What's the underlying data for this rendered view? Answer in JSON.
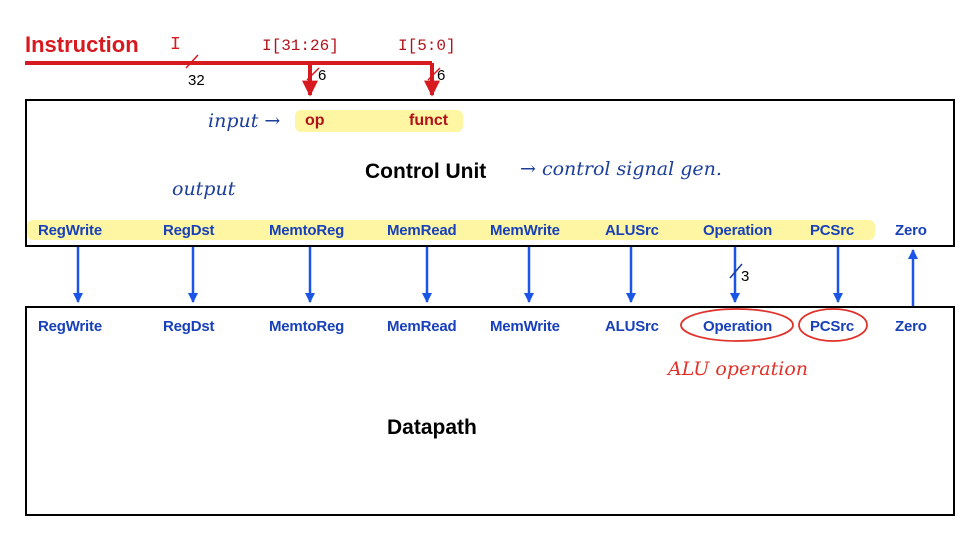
{
  "instruction": {
    "label": "Instruction",
    "var": "I",
    "bus_width": "32",
    "fields": [
      {
        "range": "I[31:26]",
        "width": "6",
        "target": "op"
      },
      {
        "range": "I[5:0]",
        "width": "6",
        "target": "funct"
      }
    ]
  },
  "control_unit": {
    "title": "Control Unit",
    "outputs": [
      "RegWrite",
      "RegDst",
      "MemtoReg",
      "MemRead",
      "MemWrite",
      "ALUSrc",
      "Operation",
      "PCSrc"
    ],
    "input_from_datapath": "Zero",
    "operation_width": "3"
  },
  "datapath": {
    "title": "Datapath",
    "signals": [
      "RegWrite",
      "RegDst",
      "MemtoReg",
      "MemRead",
      "MemWrite",
      "ALUSrc",
      "Operation",
      "PCSrc",
      "Zero"
    ]
  },
  "annotations": {
    "input_note": "input →",
    "output_note": "output",
    "control_note": "→ control signal gen.",
    "alu_note": "ALU operation"
  },
  "colors": {
    "red": "#d71920",
    "blue": "#1740ba",
    "highlight": "#fff6a3"
  }
}
